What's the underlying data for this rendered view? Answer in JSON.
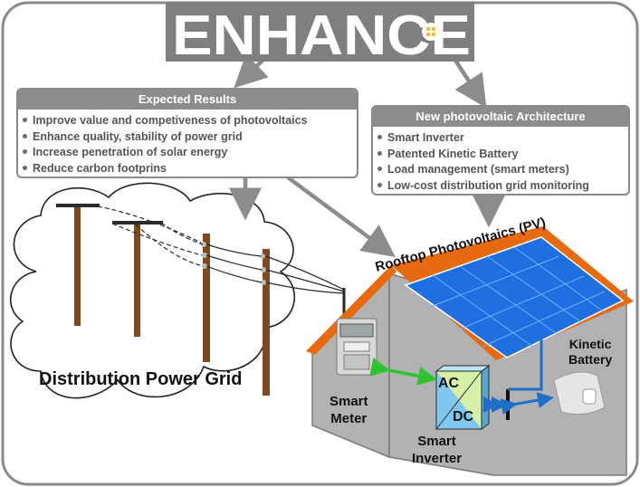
{
  "logo": {
    "text": "ENHANCE",
    "icon": "sun-grid-logo-icon",
    "colors": {
      "banner": "#7f7f7f",
      "letters": "#ffffff",
      "accent": "#f2c230"
    }
  },
  "expected_results": {
    "title": "Expected Results",
    "items": [
      "Improve value and competiveness of photovoltaics",
      "Enhance quality, stability of power grid",
      "Increase penetration of solar energy",
      "Reduce carbon footprins"
    ]
  },
  "architecture": {
    "title": "New photovoltaic Architecture",
    "items": [
      "Smart Inverter",
      "Patented Kinetic Battery",
      "Load management (smart meters)",
      "Low-cost distribution grid monitoring"
    ]
  },
  "labels": {
    "rooftop_pv": "Rooftop Photovoltaics (PV)",
    "grid": "Distribution Power Grid",
    "meter": "Smart\nMeter",
    "inverter": "Smart\nInverter",
    "battery": "Kinetic\nBattery",
    "ac": "AC",
    "dc": "DC"
  },
  "colors": {
    "roof": "#e86a10",
    "panel": "#1f6fe0",
    "house": "#b2b2b2",
    "arrow_green": "#2fc42f",
    "arrow_blue": "#1f6ec8",
    "connector": "#8c8c8c"
  }
}
